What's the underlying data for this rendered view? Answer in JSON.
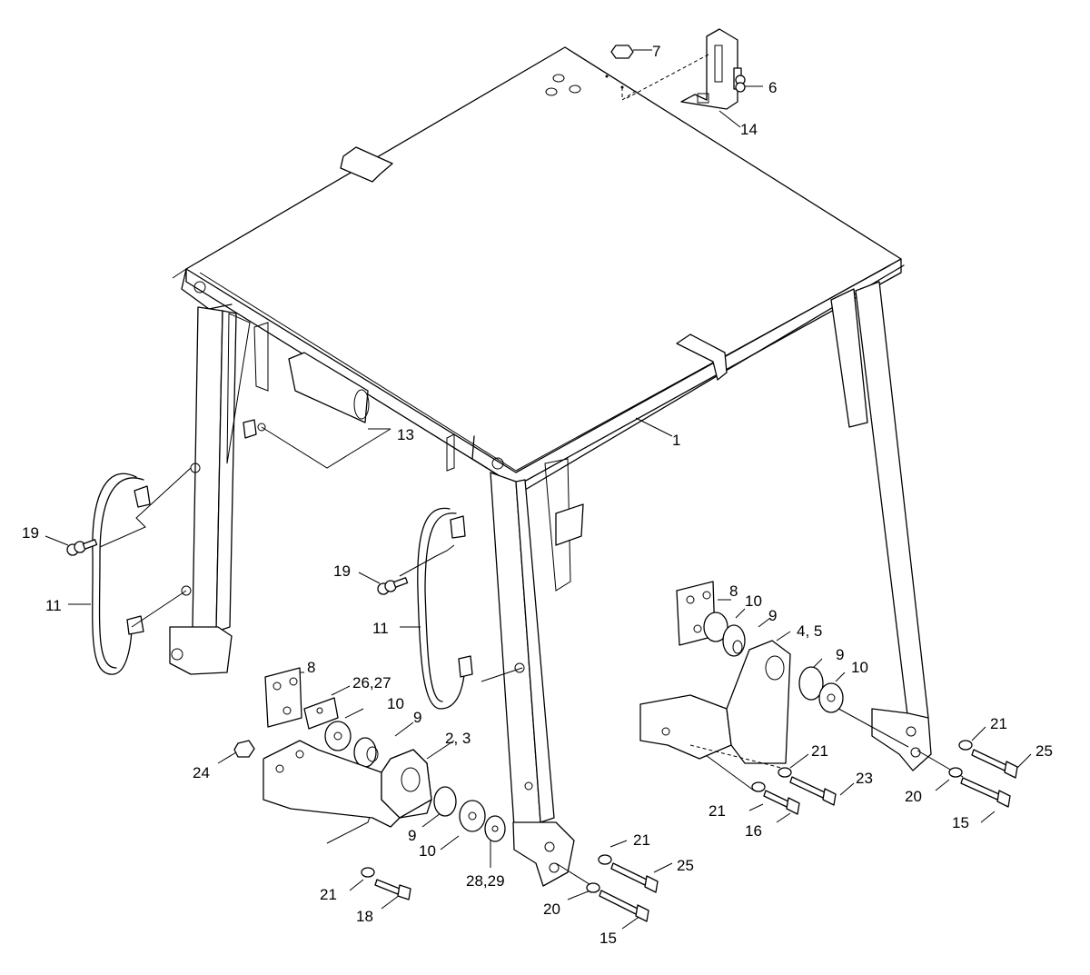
{
  "diagram": {
    "callouts": {
      "c1": "1",
      "c2_3": "2, 3",
      "c4_5": "4, 5",
      "c6": "6",
      "c7": "7",
      "c8a": "8",
      "c8b": "8",
      "c9a": "9",
      "c9b": "9",
      "c9c": "9",
      "c9d": "9",
      "c10a": "10",
      "c10b": "10",
      "c10c": "10",
      "c10d": "10",
      "c11a": "11",
      "c11b": "11",
      "c13": "13",
      "c14": "14",
      "c15a": "15",
      "c15b": "15",
      "c16": "16",
      "c18": "18",
      "c19a": "19",
      "c19b": "19",
      "c20a": "20",
      "c20b": "20",
      "c21a": "21",
      "c21b": "21",
      "c21c": "21",
      "c21d": "21",
      "c21e": "21",
      "c23": "23",
      "c24": "24",
      "c25a": "25",
      "c25b": "25",
      "c26_27": "26,27",
      "c28_29": "28,29"
    }
  }
}
